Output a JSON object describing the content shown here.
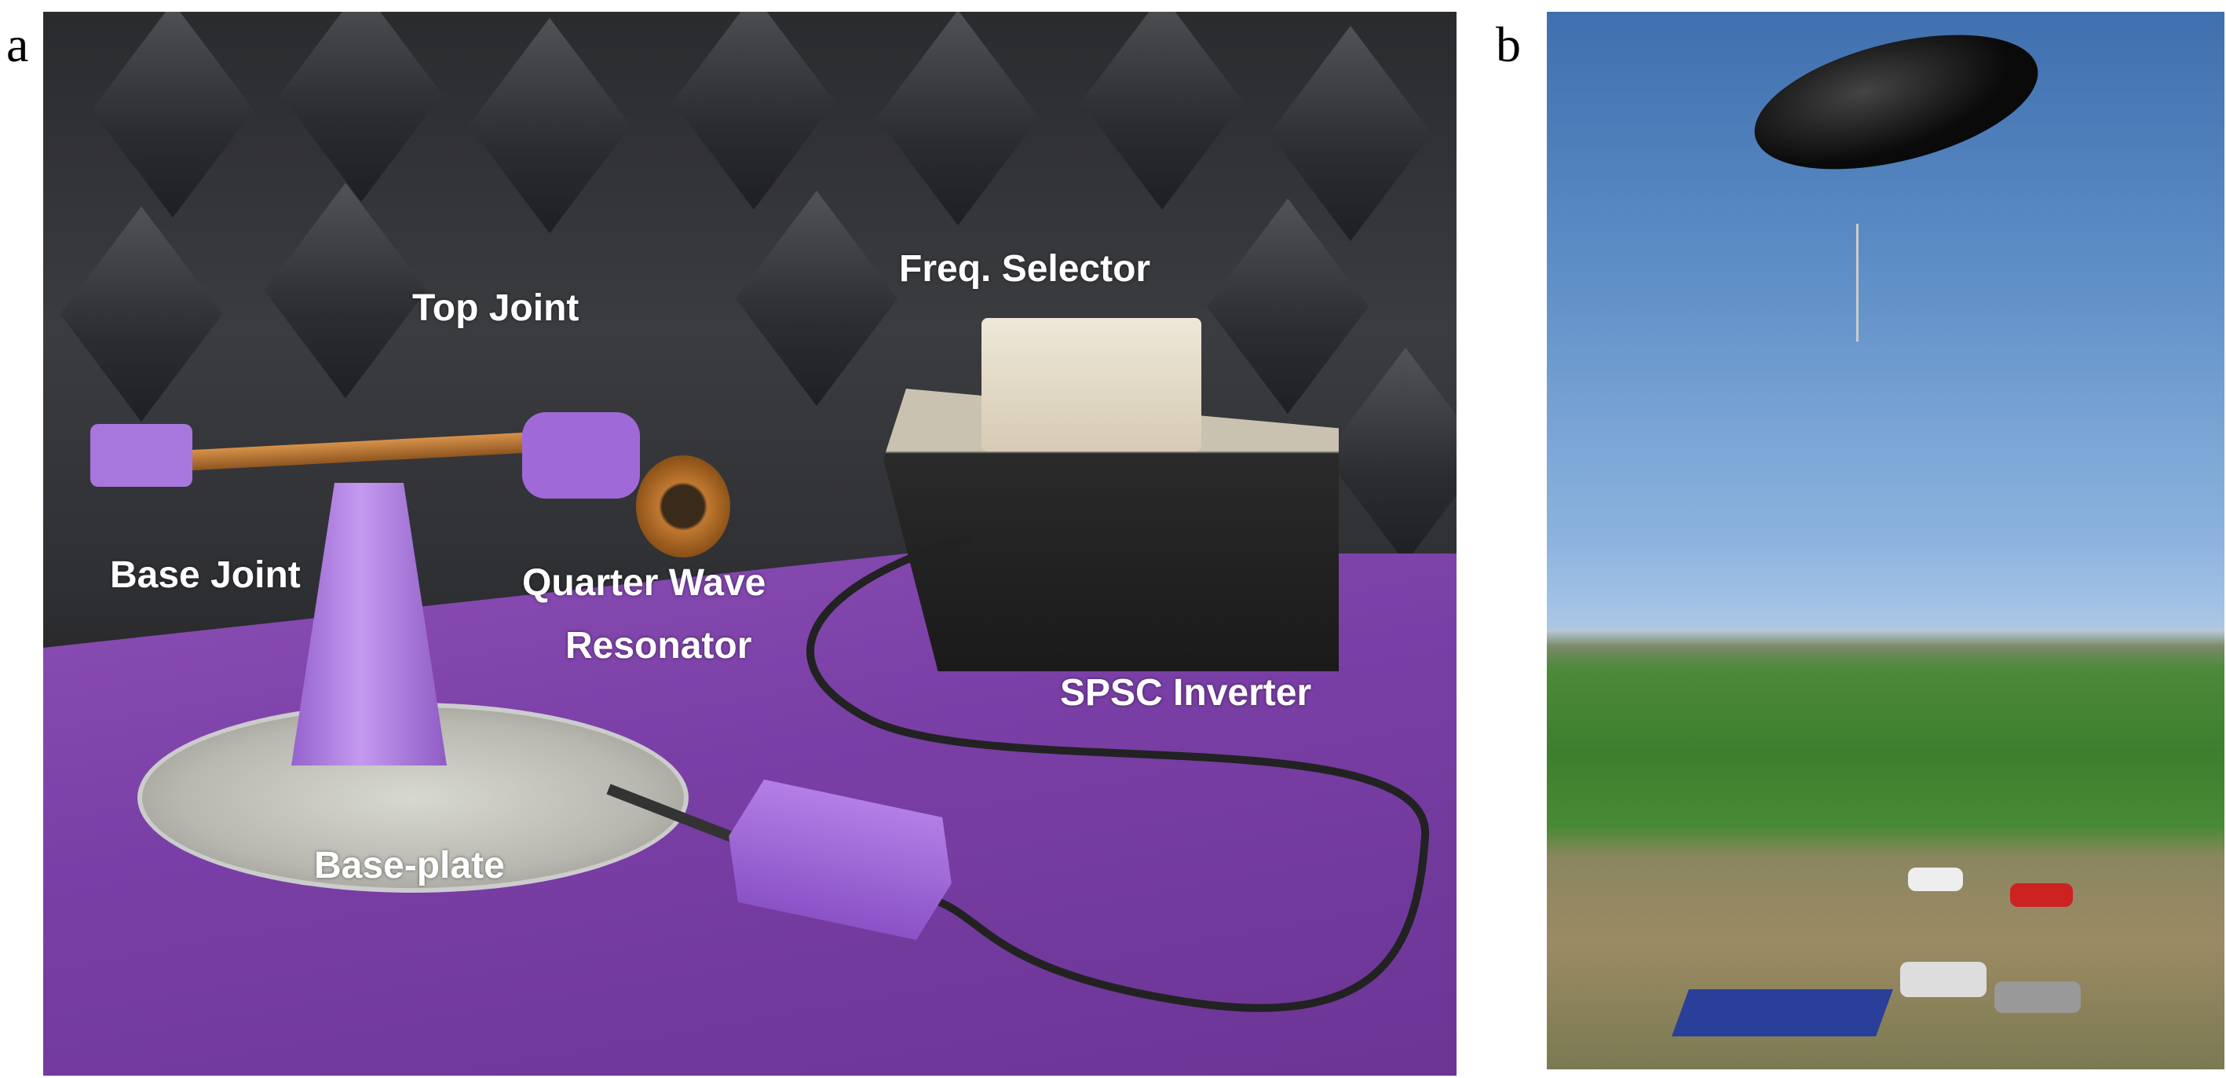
{
  "panels": {
    "a": {
      "letter": "a",
      "labels": {
        "top_joint": "Top Joint",
        "freq_selector": "Freq. Selector",
        "base_joint": "Base Joint",
        "quarter_wave": "Quarter Wave",
        "resonator": "Resonator",
        "spsc_inverter": "SPSC Inverter",
        "base_plate": "Base-plate"
      }
    },
    "b": {
      "letter": "b"
    }
  }
}
